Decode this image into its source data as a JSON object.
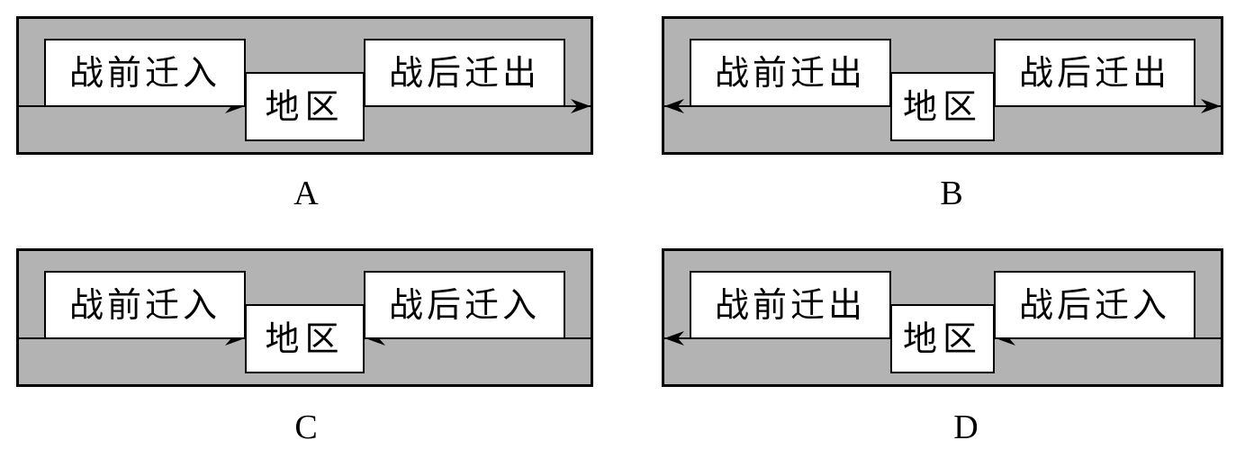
{
  "options": [
    {
      "letter": "A",
      "left_box": "战前迁入",
      "center_box": "地区",
      "right_box": "战后迁出",
      "left_arrow": "into-region",
      "right_arrow": "out-of-region"
    },
    {
      "letter": "B",
      "left_box": "战前迁出",
      "center_box": "地区",
      "right_box": "战后迁出",
      "left_arrow": "out-of-region",
      "right_arrow": "out-of-region"
    },
    {
      "letter": "C",
      "left_box": "战前迁入",
      "center_box": "地区",
      "right_box": "战后迁入",
      "left_arrow": "into-region",
      "right_arrow": "into-region"
    },
    {
      "letter": "D",
      "left_box": "战前迁出",
      "center_box": "地区",
      "right_box": "战后迁入",
      "left_arrow": "out-of-region",
      "right_arrow": "into-region"
    }
  ],
  "colors": {
    "panel_fill": "#b3b3b3",
    "border": "#000000",
    "box_fill": "#ffffff"
  }
}
